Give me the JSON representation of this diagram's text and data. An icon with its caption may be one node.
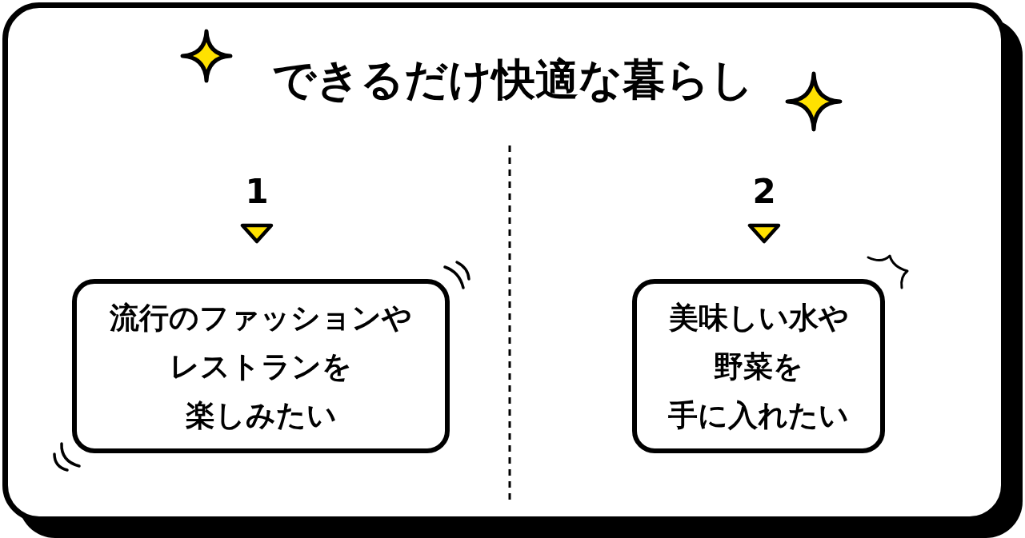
{
  "diagram": {
    "title": "できるだけ快適な暮らし",
    "nodes": [
      {
        "text": [
          "1",
          "流行のファッションやレストランを楽しみたい"
        ]
      },
      {
        "text": [
          "2",
          "美味しい水や野菜を手に入れたい"
        ]
      }
    ]
  }
}
